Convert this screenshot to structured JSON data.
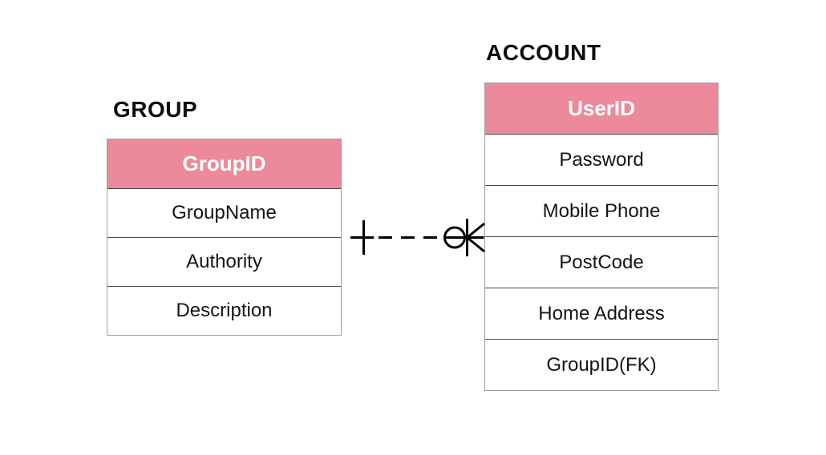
{
  "diagram": {
    "type": "entity-relationship-diagram",
    "background_color": "#ffffff",
    "accent_color": "#ec8a9b",
    "header_text_color": "#ffffff",
    "outer_border_color": "#9e9e9e",
    "row_divider_color": "#4a4a4a",
    "connector_color": "#000000",
    "entities": [
      {
        "id": "group",
        "title": "GROUP",
        "header": "GroupID",
        "rows": [
          "GroupName",
          "Authority",
          "Description"
        ]
      },
      {
        "id": "account",
        "title": "ACCOUNT",
        "header": "UserID",
        "rows": [
          "Password",
          "Mobile Phone",
          "PostCode",
          "Home Address",
          "GroupID(FK)"
        ]
      }
    ],
    "relationship": {
      "from_entity": "GROUP",
      "to_entity": "ACCOUNT",
      "from_cardinality": "one",
      "to_cardinality": "zero-or-many",
      "line_style": "dashed",
      "foreign_key": "GroupID(FK)"
    }
  }
}
